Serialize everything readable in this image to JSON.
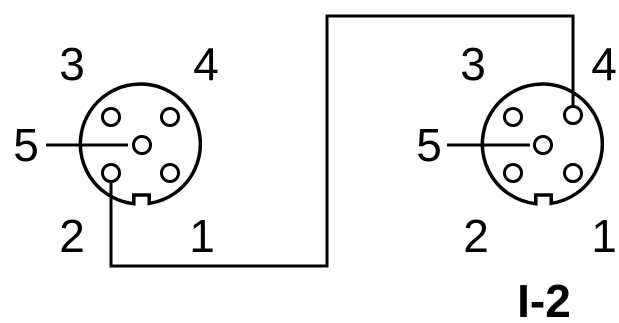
{
  "diagram": {
    "label": "I-2",
    "left_connector": {
      "pin_labels": {
        "p1": "1",
        "p2": "2",
        "p3": "3",
        "p4": "4",
        "p5": "5"
      }
    },
    "right_connector": {
      "pin_labels": {
        "p1": "1",
        "p2": "2",
        "p3": "3",
        "p4": "4",
        "p5": "5"
      }
    },
    "wiring": [
      {
        "from": "left pin 2",
        "to": "right pin 4"
      }
    ],
    "colors": {
      "line": "#000000",
      "background": "#ffffff"
    }
  }
}
